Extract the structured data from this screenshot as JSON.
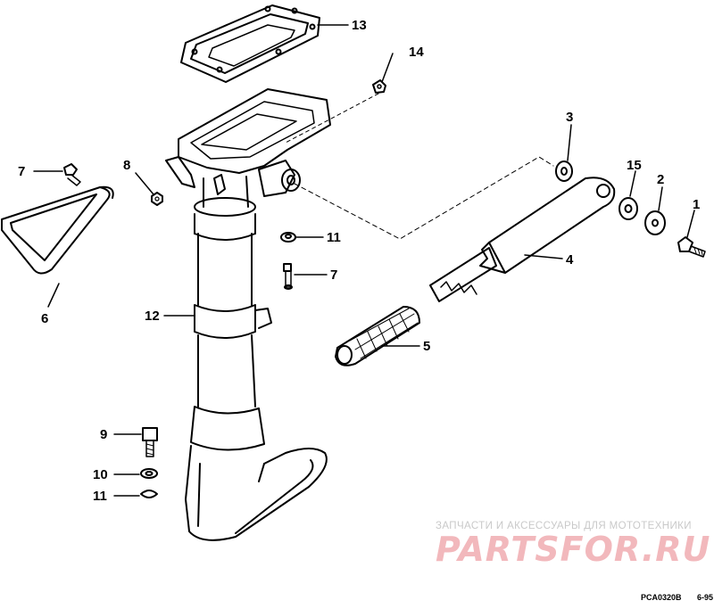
{
  "callouts": {
    "c1": "1",
    "c2": "2",
    "c3": "3",
    "c4": "4",
    "c5": "5",
    "c6": "6",
    "c7a": "7",
    "c7b": "7",
    "c8": "8",
    "c9": "9",
    "c10": "10",
    "c11a": "11",
    "c11b": "11",
    "c12": "12",
    "c13": "13",
    "c14": "14",
    "c15": "15"
  },
  "watermark": {
    "tagline": "ЗАПЧАСТИ И АКСЕССУАРЫ ДЛЯ МОТОТЕХНИКИ",
    "logo": "PARTSFOR.RU"
  },
  "footer": {
    "drawing_code": "PCA0320B",
    "date": "6-95"
  },
  "colors": {
    "line": "#000000",
    "watermark_text": "#c9c9c9",
    "watermark_logo": "#f2b8bc"
  }
}
